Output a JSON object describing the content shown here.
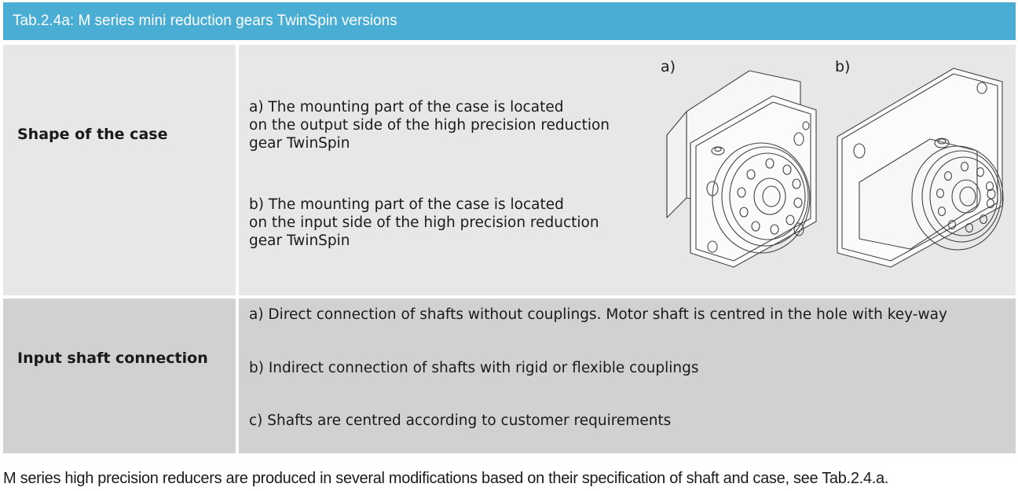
{
  "table": {
    "title": "Tab.2.4a: M series mini reduction gears TwinSpin versions",
    "rows": [
      {
        "label": "Shape of the case",
        "option_a": [
          "a) The mounting part of the case is located",
          "on the output side of the high precision reduction",
          "gear TwinSpin"
        ],
        "option_b": [
          "b) The mounting part of the case is located",
          "on the input side of the high precision reduction",
          "gear TwinSpin"
        ],
        "figures": [
          {
            "label": "a)"
          },
          {
            "label": "b)"
          }
        ]
      },
      {
        "label": "Input shaft connection",
        "options": [
          "a) Direct connection of shafts without couplings. Motor shaft is centred in the hole with key-way",
          "b) Indirect connection of shafts with rigid or flexible couplings",
          "c) Shafts are centred according to customer requirements"
        ]
      }
    ]
  },
  "footer": "M series high precision reducers are produced in several modifications based on their specification of shaft and case, see Tab.2.4.a.",
  "colors": {
    "title_bar": "#4aaed4",
    "row1_bg": "#e7e7e7",
    "row2_bg": "#d1d1d1"
  }
}
